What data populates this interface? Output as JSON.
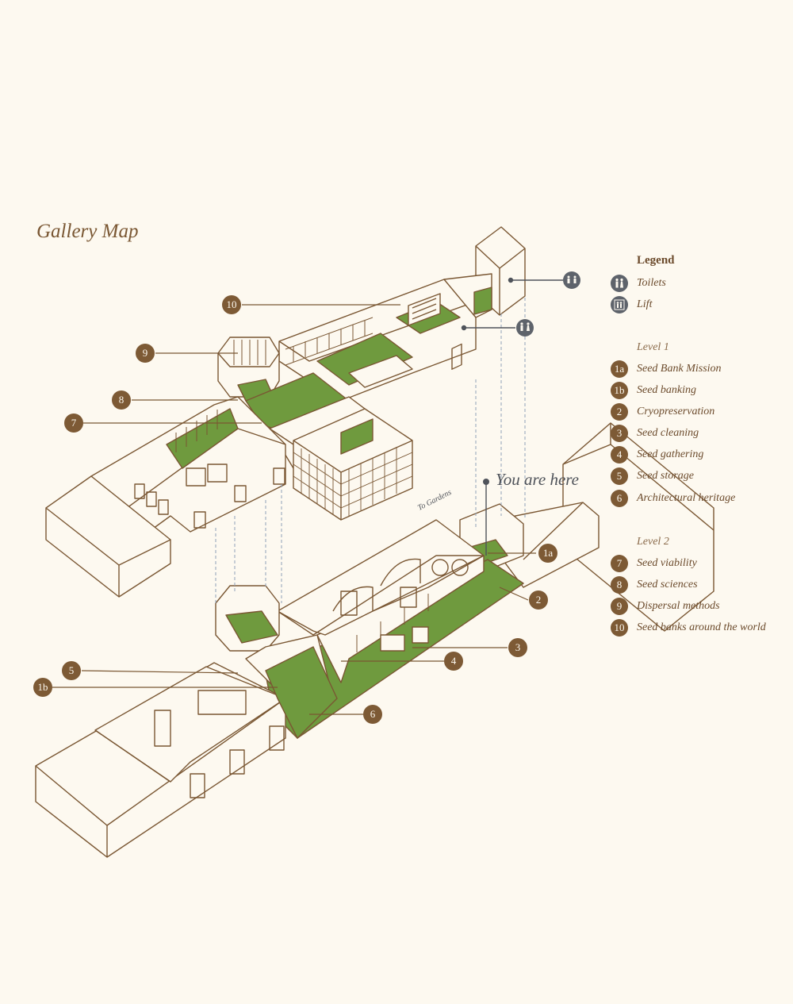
{
  "title": "Gallery Map",
  "legend": {
    "heading": "Legend",
    "facilities": [
      {
        "icon": "toilets-icon",
        "label": "Toilets"
      },
      {
        "icon": "lift-icon",
        "label": "Lift"
      }
    ],
    "levels": [
      {
        "heading": "Level 1",
        "items": [
          {
            "number": "1a",
            "label": "Seed Bank Mission"
          },
          {
            "number": "1b",
            "label": "Seed banking"
          },
          {
            "number": "2",
            "label": "Cryopreservation"
          },
          {
            "number": "3",
            "label": "Seed cleaning"
          },
          {
            "number": "4",
            "label": "Seed gathering"
          },
          {
            "number": "5",
            "label": "Seed storage"
          },
          {
            "number": "6",
            "label": "Architectural heritage"
          }
        ]
      },
      {
        "heading": "Level 2",
        "items": [
          {
            "number": "7",
            "label": "Seed viability"
          },
          {
            "number": "8",
            "label": "Seed sciences"
          },
          {
            "number": "9",
            "label": "Dispersal methods"
          },
          {
            "number": "10",
            "label": "Seed banks around the world"
          }
        ]
      }
    ]
  },
  "map": {
    "you_are_here": "You are here",
    "to_gardens": "To Gardens",
    "callouts": [
      "10",
      "9",
      "8",
      "7",
      "5",
      "1b",
      "1a",
      "2",
      "3",
      "4",
      "6"
    ]
  },
  "colors": {
    "background": "#fdf9f0",
    "line": "#7a5733",
    "badge": "#7d5a35",
    "exhibit_fill": "#6f9a3e",
    "marker": "#4f535a"
  }
}
